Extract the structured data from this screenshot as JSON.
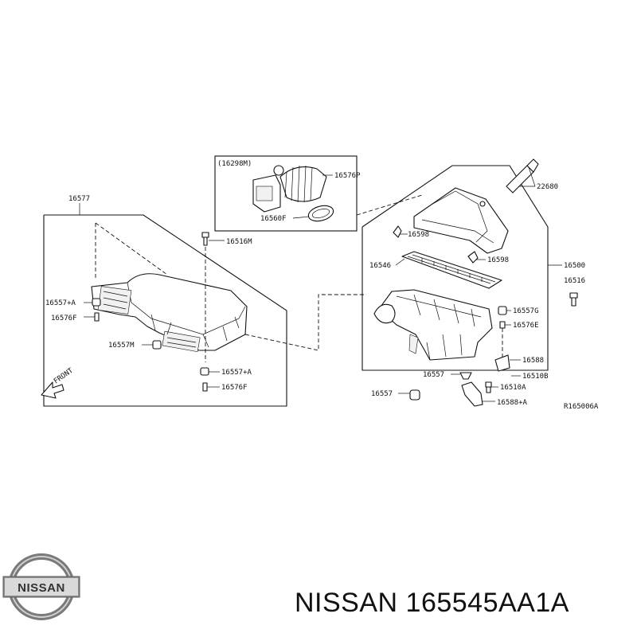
{
  "labels": {
    "l16577": "16577",
    "l16516M": "16516M",
    "l16557A1": "16557+A",
    "l16576F1": "16576F",
    "l16557M": "16557M",
    "l16557A2": "16557+A",
    "l16576F2": "16576F",
    "front": "FRONT",
    "l16298M": "(16298M)",
    "l16576P": "16576P",
    "l16560F": "16560F",
    "l22680": "22680",
    "l16598a": "16598",
    "l16546": "16546",
    "l16598b": "16598",
    "l16500": "16500",
    "l16516": "16516",
    "l16557G": "16557G",
    "l16576E": "16576E",
    "l16588": "16588",
    "l16510B": "16510B",
    "l16557a": "16557",
    "l16510A": "16510A",
    "l16557b": "16557",
    "l16588A": "16588+A",
    "ref": "R165006A"
  },
  "logo": {
    "text": "NISSAN"
  },
  "caption": "NISSAN 165545AA1A"
}
